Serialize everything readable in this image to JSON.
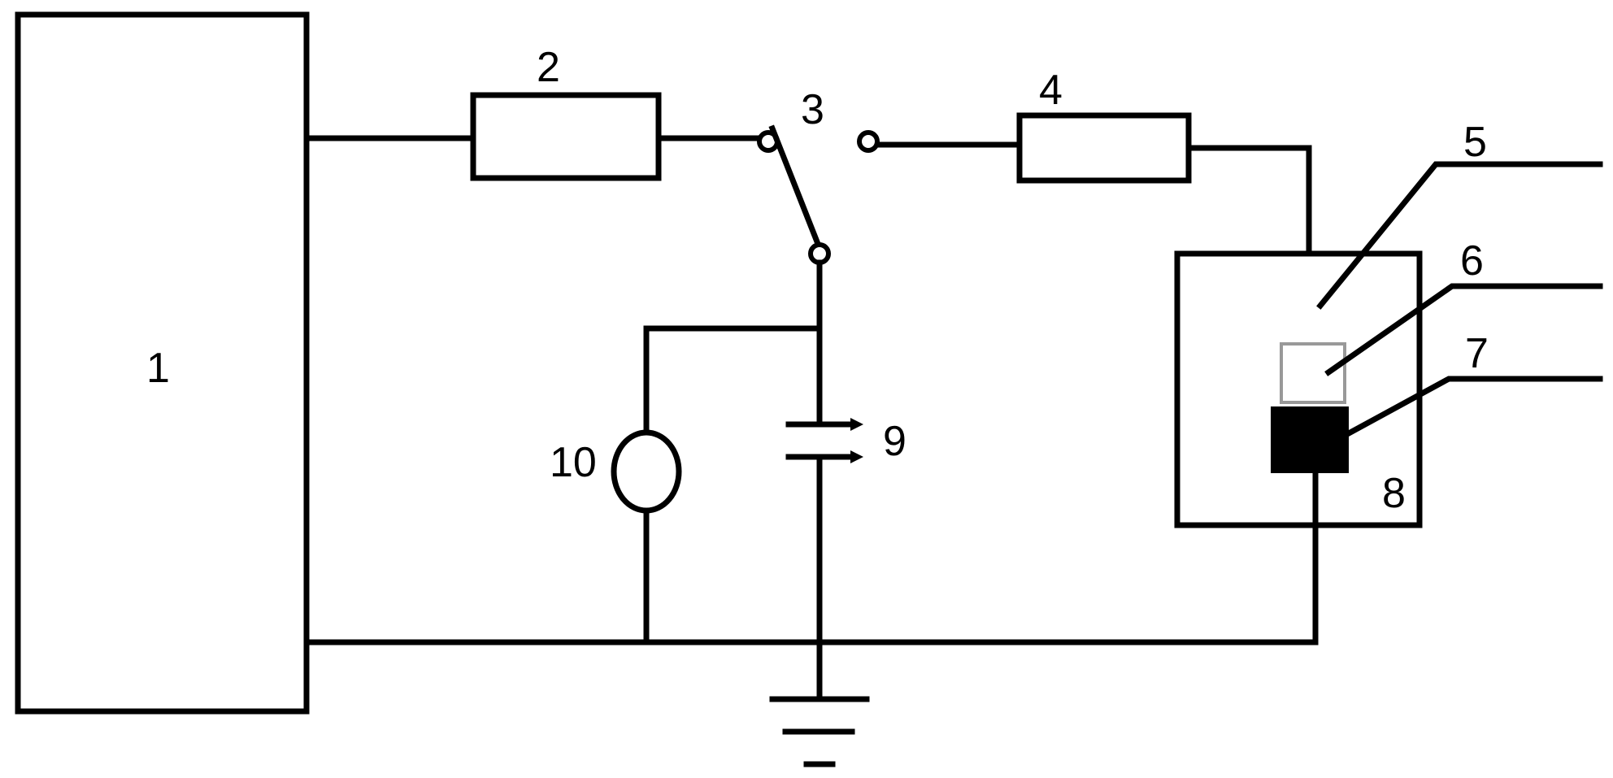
{
  "diagram": {
    "labels": {
      "l1": "1",
      "l2": "2",
      "l3": "3",
      "l4": "4",
      "l5": "5",
      "l6": "6",
      "l7": "7",
      "l8": "8",
      "l9": "9",
      "l10": "10"
    },
    "colors": {
      "line": "#000000",
      "background": "#ffffff",
      "component_7_fill": "#000000"
    }
  }
}
